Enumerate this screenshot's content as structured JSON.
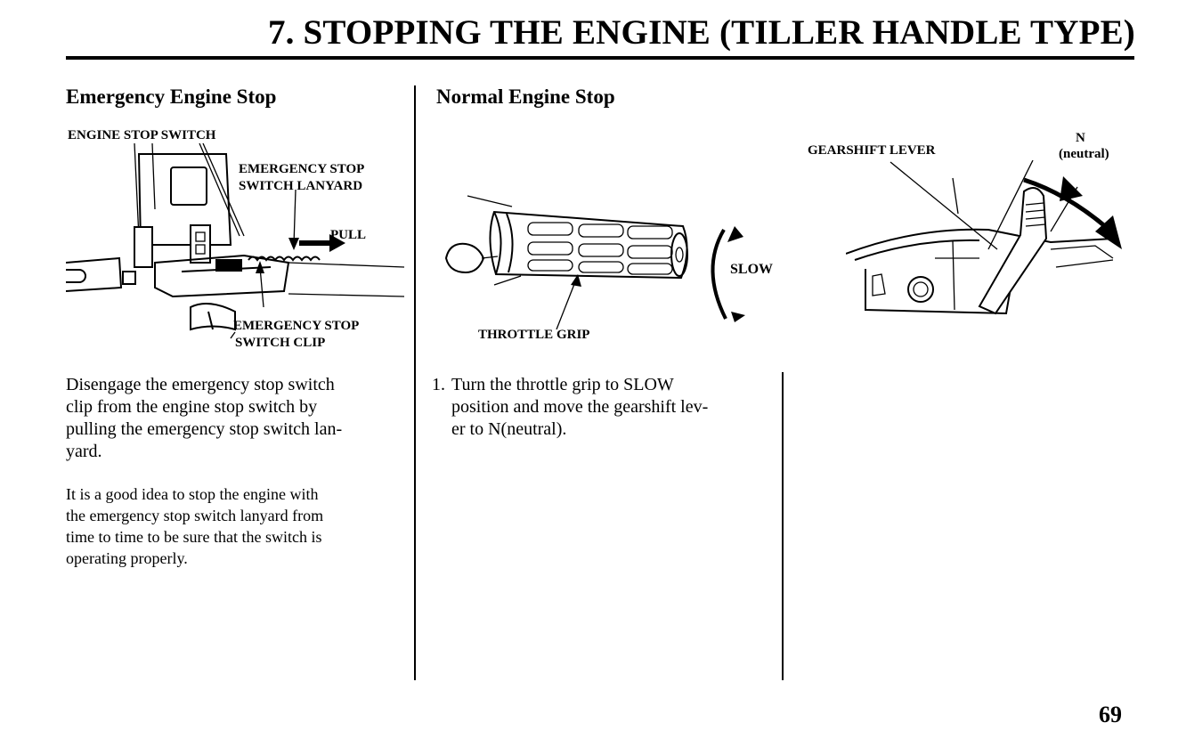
{
  "page": {
    "title": "7. STOPPING THE ENGINE (TILLER HANDLE TYPE)",
    "page_number": "69"
  },
  "emergency": {
    "heading": "Emergency Engine Stop",
    "labels": {
      "engine_stop_switch": "ENGINE STOP SWITCH",
      "lanyard_line1": "EMERGENCY STOP",
      "lanyard_line2": "SWITCH LANYARD",
      "pull": "PULL",
      "clip_line1": "EMERGENCY STOP",
      "clip_line2": "SWITCH CLIP"
    },
    "paragraph1_lines": [
      "Disengage the emergency stop switch",
      "clip from the engine stop switch by",
      "pulling the emergency stop switch lan-",
      "yard."
    ],
    "paragraph2_lines": [
      "It is a good idea to stop the engine with",
      "the emergency stop switch lanyard from",
      "time to time to be sure that the switch is",
      "operating properly."
    ]
  },
  "normal": {
    "heading": "Normal Engine Stop",
    "labels": {
      "slow": "SLOW",
      "throttle_grip": "THROTTLE GRIP",
      "gearshift_lever": "GEARSHIFT LEVER",
      "n": "N",
      "neutral": "(neutral)"
    },
    "step": {
      "number": "1.",
      "lines": [
        "Turn the throttle grip to SLOW",
        "position and move the gearshift lev-",
        "er to N(neutral)."
      ]
    }
  }
}
